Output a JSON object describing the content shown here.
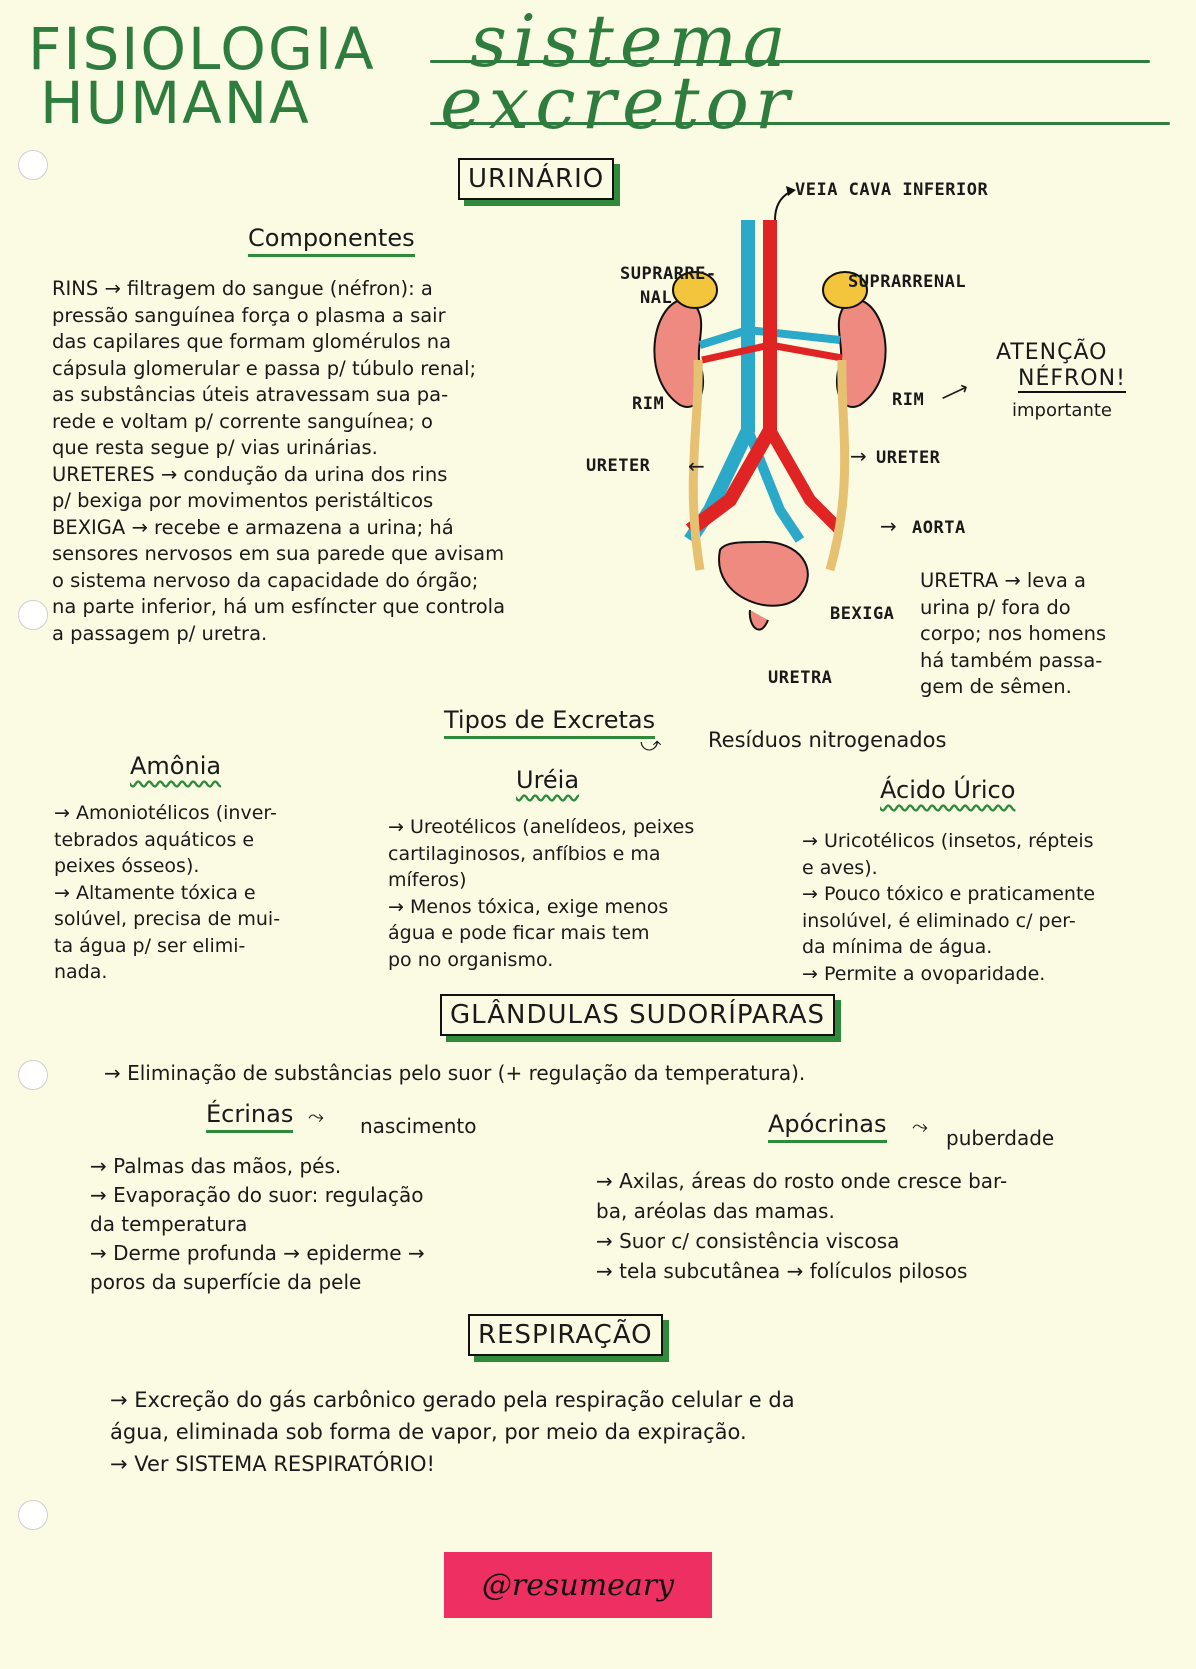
{
  "header": {
    "title_line1": "FISIOLOGIA",
    "title_line2": "HUMANA",
    "script_line1": "sistema",
    "script_line2": "excretor"
  },
  "urinario": {
    "section_title": "URINÁRIO",
    "components_heading": "Componentes",
    "components_lines": [
      "RINS → filtragem do sangue (néfron): a",
      "pressão sanguínea força o plasma a sair",
      "das capilares que formam glomérulos na",
      "cápsula glomerular e passa p/ túbulo renal;",
      "as substâncias úteis atravessam sua pa-",
      "rede e voltam p/ corrente sanguínea; o",
      "que resta segue p/ vias urinárias.",
      "URETERES → condução da urina dos rins",
      "p/ bexiga por movimentos peristálticos",
      "BEXIGA → recebe e armazena a urina; há",
      "sensores nervosos em sua parede que avisam",
      "o sistema nervoso da capacidade do órgão;",
      "na parte inferior, há um esfíncter que controla",
      "a passagem p/ uretra."
    ],
    "diagram_labels": {
      "veia_cava": "VEIA CAVA INFERIOR",
      "suprarrenal_left_1": "SUPRARRE-",
      "suprarrenal_left_2": "NAL",
      "suprarrenal_right": "SUPRARRENAL",
      "rim_left": "RIM",
      "rim_right": "RIM",
      "ureter_left": "URETER",
      "ureter_right": "URETER",
      "aorta": "AORTA",
      "bexiga": "BEXIGA",
      "uretra": "URETRA"
    },
    "attention_lines": [
      "ATENÇÃO",
      "NÉFRON!",
      "importante"
    ],
    "uretra_lines": [
      "URETRA → leva a",
      "urina p/ fora do",
      "corpo; nos homens",
      "há também passa-",
      "gem de sêmen."
    ]
  },
  "excretas": {
    "heading": "Tipos de Excretas",
    "note": "Resíduos nitrogenados",
    "amonia": {
      "title": "Amônia",
      "lines": [
        "→ Amoniotélicos (inver-",
        "tebrados aquáticos e",
        "peixes ósseos).",
        "→ Altamente tóxica e",
        "solúvel, precisa de mui-",
        "ta água p/ ser elimi-",
        "nada."
      ]
    },
    "ureia": {
      "title": "Uréia",
      "lines": [
        "→ Ureotélicos (anelídeos, peixes",
        "cartilaginosos, anfíbios e ma",
        "míferos)",
        "→ Menos tóxica, exige menos",
        "água e pode ficar mais tem",
        "po no organismo."
      ]
    },
    "acido_urico": {
      "title": "Ácido Úrico",
      "lines": [
        "→ Uricotélicos (insetos, répteis",
        "e aves).",
        "→ Pouco tóxico e praticamente",
        "insolúvel, é eliminado c/ per-",
        "da mínima de água.",
        "→ Permite a ovoparidade."
      ]
    }
  },
  "glandulas": {
    "section_title": "GLÂNDULAS SUDORÍPARAS",
    "intro": "→ Eliminação de substâncias pelo suor (+ regulação da temperatura).",
    "ecrinas": {
      "title": "Écrinas",
      "note": "nascimento",
      "lines": [
        "→ Palmas das mãos, pés.",
        "→ Evaporação do suor: regulação",
        "da temperatura",
        "→ Derme profunda → epiderme →",
        "poros da superfície da pele"
      ]
    },
    "apocrinas": {
      "title": "Apócrinas",
      "note": "puberdade",
      "lines": [
        "→ Axilas, áreas do rosto onde cresce bar-",
        "ba, aréolas das mamas.",
        "→ Suor c/ consistência viscosa",
        "→ tela subcutânea → folículos pilosos"
      ]
    }
  },
  "respiracao": {
    "section_title": "RESPIRAÇÃO",
    "lines": [
      "→ Excreção do gás carbônico gerado pela respiração celular e da",
      "água, eliminada sob forma de vapor, por meio da expiração.",
      "→ Ver SISTEMA RESPIRATÓRIO!"
    ]
  },
  "footer": {
    "handle": "@resumeary"
  },
  "colors": {
    "paper": "#fbfbe3",
    "title_green": "#2f7d3e",
    "accent_green": "#2f8a3c",
    "vein_blue": "#2ba9c9",
    "artery_red": "#e02424",
    "kidney_pink": "#ef8a80",
    "adrenal_yellow": "#f2c53d",
    "ureter_tan": "#e7c172",
    "brand_pink": "#ee2f62"
  }
}
